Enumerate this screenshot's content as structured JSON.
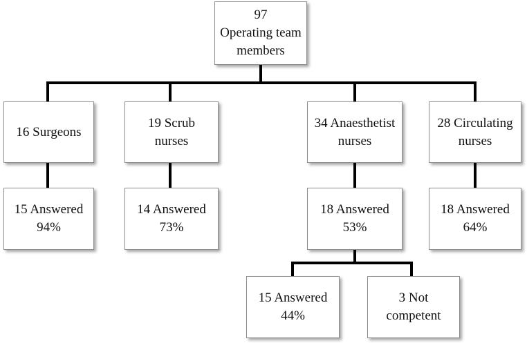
{
  "root": {
    "line1": "97",
    "line2": "Operating team",
    "line3": "members"
  },
  "level1": [
    {
      "id": "surgeons",
      "line1": "16 Surgeons",
      "line2": ""
    },
    {
      "id": "scrub",
      "line1": "19 Scrub",
      "line2": "nurses"
    },
    {
      "id": "anaesthetist",
      "line1": "34 Anaesthetist",
      "line2": "nurses"
    },
    {
      "id": "circulating",
      "line1": "28 Circulating",
      "line2": "nurses"
    }
  ],
  "level2": [
    {
      "id": "surgeons",
      "line1": "15 Answered",
      "line2": "94%"
    },
    {
      "id": "scrub",
      "line1": "14 Answered",
      "line2": "73%"
    },
    {
      "id": "anaesthetist",
      "line1": "18 Answered",
      "line2": "53%"
    },
    {
      "id": "circulating",
      "line1": "18 Answered",
      "line2": "64%"
    }
  ],
  "level3": [
    {
      "id": "answered",
      "line1": "15 Answered",
      "line2": "44%"
    },
    {
      "id": "not-competent",
      "line1": "3 Not",
      "line2": "competent"
    }
  ],
  "colors": {
    "line": "#000000",
    "border": "#8c8c8c",
    "text": "#111111"
  }
}
